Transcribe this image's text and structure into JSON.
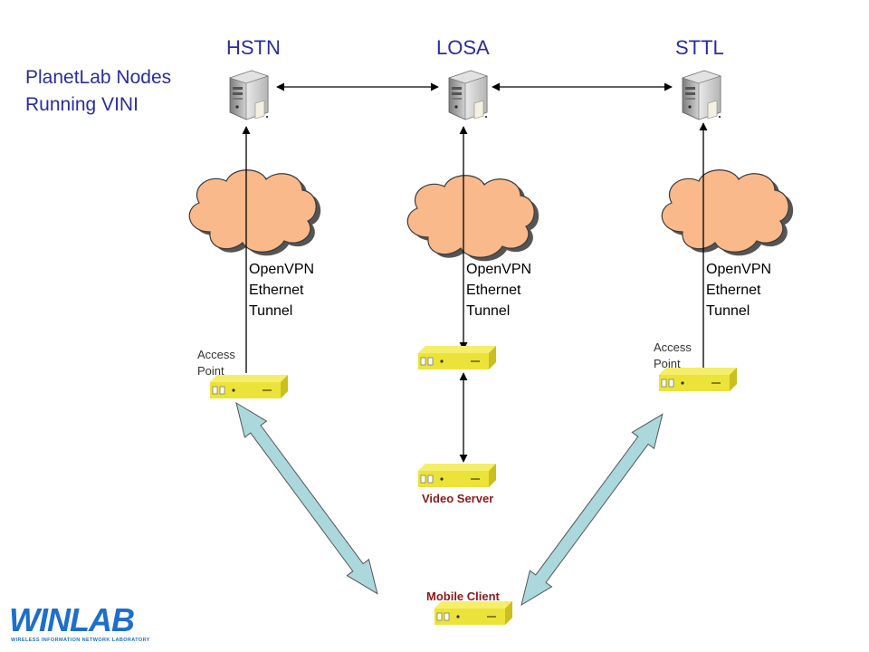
{
  "title": {
    "line1": "PlanetLab Nodes",
    "line2": "Running VINI"
  },
  "sites": [
    {
      "label": "HSTN",
      "icon": "server-icon"
    },
    {
      "label": "LOSA",
      "icon": "server-icon"
    },
    {
      "label": "STTL",
      "icon": "server-icon"
    }
  ],
  "tunnels": [
    {
      "line1": "OpenVPN",
      "line2": "Ethernet",
      "line3": "Tunnel"
    },
    {
      "line1": "OpenVPN",
      "line2": "Ethernet",
      "line3": "Tunnel"
    },
    {
      "line1": "OpenVPN",
      "line2": "Ethernet",
      "line3": "Tunnel"
    }
  ],
  "access_points": [
    {
      "line1": "Access",
      "line2": "Point"
    },
    {
      "line1": "Access",
      "line2": "Point"
    }
  ],
  "video_server": {
    "label": "Video Server"
  },
  "mobile_client": {
    "label": "Mobile Client"
  },
  "logo": {
    "text": "WINLAB",
    "subtitle": "WIRELESS INFORMATION NETWORK LABORATORY"
  },
  "colors": {
    "cloud": "#f9b98a",
    "router": "#ece33a",
    "wireless_arrow": "#aad8dc",
    "label_blue": "#2a2d9e",
    "label_red": "#8b1a1a"
  }
}
